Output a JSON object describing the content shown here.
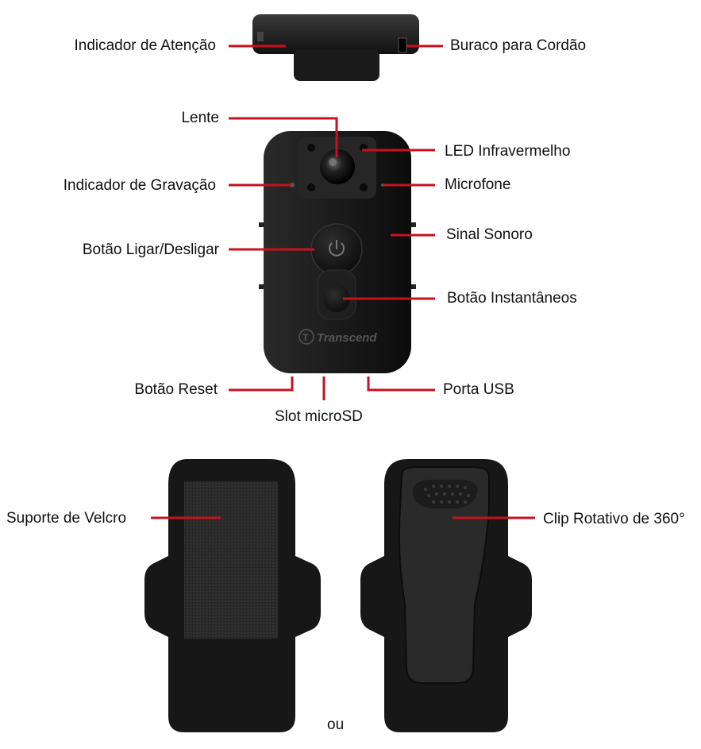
{
  "labels": {
    "attention_indicator": "Indicador de Atenção",
    "lanyard_hole": "Buraco para Cordão",
    "lens": "Lente",
    "infrared_led": "LED Infravermelho",
    "recording_indicator": "Indicador de Gravação",
    "microphone": "Microfone",
    "speaker": "Sinal Sonoro",
    "power_button": "Botão Ligar/Desligar",
    "snapshot_button": "Botão Instantâneos",
    "reset_button": "Botão Reset",
    "usb_port": "Porta USB",
    "microsd_slot": "Slot microSD",
    "velcro_mount": "Suporte de Velcro",
    "rotating_clip": "Clip Rotativo de 360°",
    "or_text": "ou"
  },
  "brand": {
    "logo_text": "Transcend"
  },
  "colors": {
    "leader_line": "#c8101e",
    "device_body": "#151515",
    "text": "#111111"
  }
}
